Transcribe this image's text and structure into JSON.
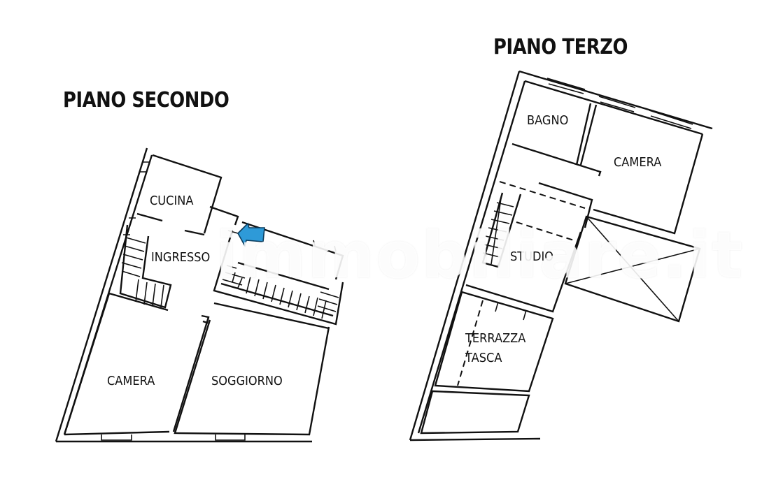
{
  "plans": {
    "left": {
      "title": "PIANO SECONDO",
      "rooms": [
        {
          "label": "CUCINA"
        },
        {
          "label": "INGRESSO"
        },
        {
          "label": "CAMERA"
        },
        {
          "label": "SOGGIORNO"
        }
      ],
      "entrance_arrow": {
        "icon": "entrance-arrow-icon",
        "color": "#2e9ad8"
      }
    },
    "right": {
      "title": "PIANO TERZO",
      "rooms": [
        {
          "label": "BAGNO"
        },
        {
          "label": "CAMERA"
        },
        {
          "label": "STUDIO"
        },
        {
          "label": "TERRAZZA"
        },
        {
          "label": "TASCA"
        }
      ]
    }
  },
  "watermark": "immobiliare.it",
  "colors": {
    "line": "#111111",
    "background": "#ffffff",
    "arrow": "#2e9ad8"
  }
}
